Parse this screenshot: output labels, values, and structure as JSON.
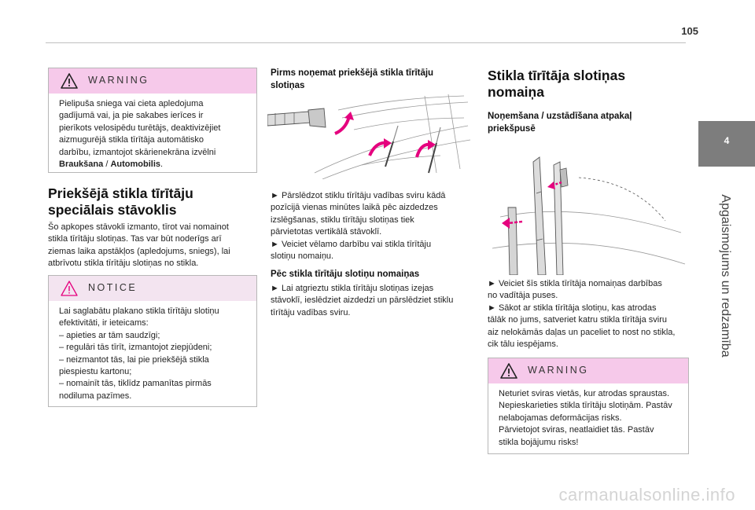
{
  "page_number": "105",
  "chapter_tab": {
    "number": "4",
    "title": "Apgaismojums un redzamība"
  },
  "col1": {
    "warning_box": {
      "title": "WARNING",
      "lines": [
        "Pielipuša sniega vai cieta apledojuma",
        "gadījumā vai, ja pie sakabes ierīces ir",
        "pierīkots velosipēdu turētājs, deaktivizējiet",
        "aizmugurējā stikla tīrītāja automātisko",
        "darbību, izmantojot skārienekrāna izvēlni"
      ],
      "last_line_bold1": "Braukšana",
      "last_line_sep": " / ",
      "last_line_bold2": "Automobilis",
      "last_line_end": "."
    },
    "heading_line1": "Priekšējā stikla tīrītāju",
    "heading_line2": "speciālais stāvoklis",
    "paragraph_lines": [
      "Šo apkopes stāvokli izmanto, tīrot vai nomainot",
      "stikla tīrītāju slotiņas. Tas var būt noderīgs arī",
      "ziemas laika apstākļos (apledojums, sniegs), lai",
      "atbrīvotu stikla tīrītāju slotiņas no stikla."
    ],
    "notice_box": {
      "title": "NOTICE",
      "lines": [
        "Lai saglabātu plakano stikla tīrītāju slotiņu",
        "efektivitāti, ir ieteicams:",
        "–  apieties ar tām saudzīgi;",
        "–  regulāri tās tīrīt, izmantojot ziepjūdeni;",
        "–  neizmantot tās, lai pie priekšējā stikla",
        "piespiestu kartonu;",
        "–  nomainīt tās, tiklīdz pamanītas pirmās",
        "nodiluma pazīmes."
      ]
    }
  },
  "col2": {
    "heading_line1": "Pirms noņemat priekšējā stikla tīrītāju",
    "heading_line2": "slotiņas",
    "steps_lines": [
      "►  Pārslēdzot stiklu tīrītāju vadības sviru kādā",
      "pozīcijā vienas minūtes laikā pēc aizdedzes",
      "izslēgšanas, stiklu tīrītāju slotiņas tiek",
      "pārvietotas vertikālā stāvoklī.",
      "►  Veiciet vēlamo darbību vai stikla tīrītāju",
      "slotiņu nomaiņu."
    ],
    "subheading": "Pēc stikla tīrītāju slotiņu nomaiņas",
    "after_lines": [
      "►  Lai atgrieztu stikla tīrītāju slotiņas izejas",
      "stāvoklī, ieslēdziet aizdedzi un pārslēdziet stiklu",
      "tīrītāju vadības sviru."
    ]
  },
  "col3": {
    "heading_line1": "Stikla tīrītāja slotiņas",
    "heading_line2": "nomaiņa",
    "subheading_line1": "Noņemšana / uzstādīšana atpakaļ",
    "subheading_line2": "priekšpusē",
    "steps_lines": [
      "►  Veiciet šīs stikla tīrītāja nomaiņas darbības",
      "no vadītāja puses.",
      "►  Sākot ar stikla tīrītāja slotiņu, kas atrodas",
      "tālāk no jums, satveriet katru stikla tīrītāja sviru",
      "aiz nelokāmās daļas un paceliet to nost no stikla,",
      "cik tālu iespējams."
    ],
    "warning_box": {
      "title": "WARNING",
      "lines": [
        "Neturiet sviras vietās, kur atrodas spraustas.",
        "Nepieskarieties stikla tīrītāju slotiņām. Pastāv",
        "nelabojamas deformācijas risks.",
        "Pārvietojot sviras, neatlaidiet tās. Pastāv",
        "stikla bojājumu risks!"
      ]
    }
  },
  "watermark": "carmanualsonline.info",
  "colors": {
    "warning_header": "#f6c9ea",
    "notice_header": "#f3e4f0",
    "tab_gray": "#7d7d7d",
    "arrow": "#e5007e"
  }
}
